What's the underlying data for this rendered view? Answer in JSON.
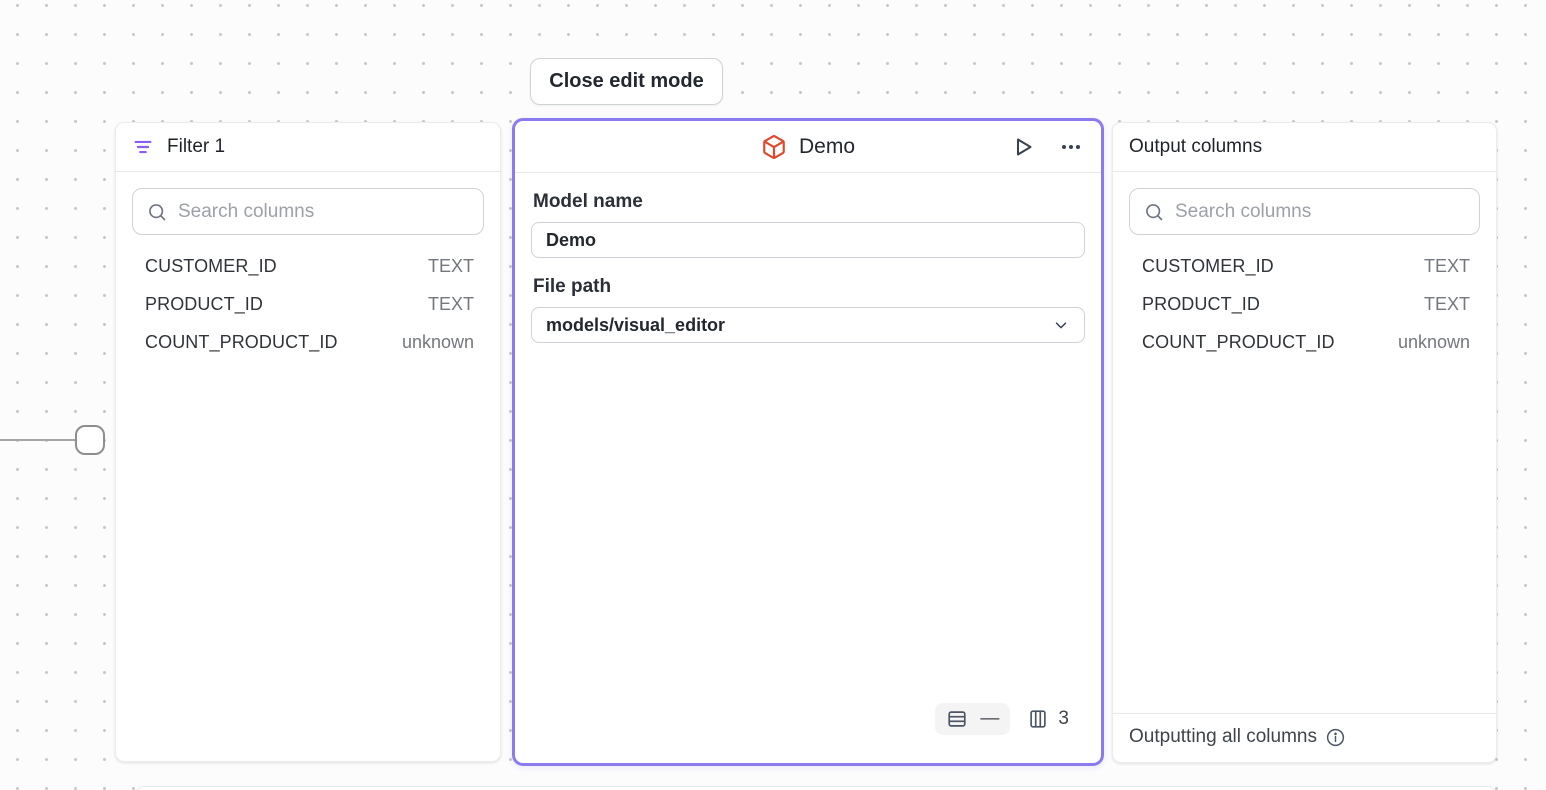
{
  "toolbar": {
    "close_button_label": "Close edit mode"
  },
  "filter_panel": {
    "title": "Filter 1",
    "search_placeholder": "Search columns",
    "columns": [
      {
        "name": "CUSTOMER_ID",
        "type": "TEXT"
      },
      {
        "name": "PRODUCT_ID",
        "type": "TEXT"
      },
      {
        "name": "COUNT_PRODUCT_ID",
        "type": "unknown"
      }
    ]
  },
  "model_panel": {
    "title": "Demo",
    "model_name_label": "Model name",
    "model_name_value": "Demo",
    "file_path_label": "File path",
    "file_path_value": "models/visual_editor",
    "stats": {
      "row_count": "—",
      "column_count": "3"
    }
  },
  "output_panel": {
    "title": "Output columns",
    "search_placeholder": "Search columns",
    "columns": [
      {
        "name": "CUSTOMER_ID",
        "type": "TEXT"
      },
      {
        "name": "PRODUCT_ID",
        "type": "TEXT"
      },
      {
        "name": "COUNT_PRODUCT_ID",
        "type": "unknown"
      }
    ],
    "footer_text": "Outputting all columns"
  },
  "colors": {
    "selected_border_purple": "#8b7bf0",
    "filter_icon_purple": "#8b5cf6",
    "model_icon_red": "#e0492b",
    "canvas_background": "#fcfcfc"
  }
}
